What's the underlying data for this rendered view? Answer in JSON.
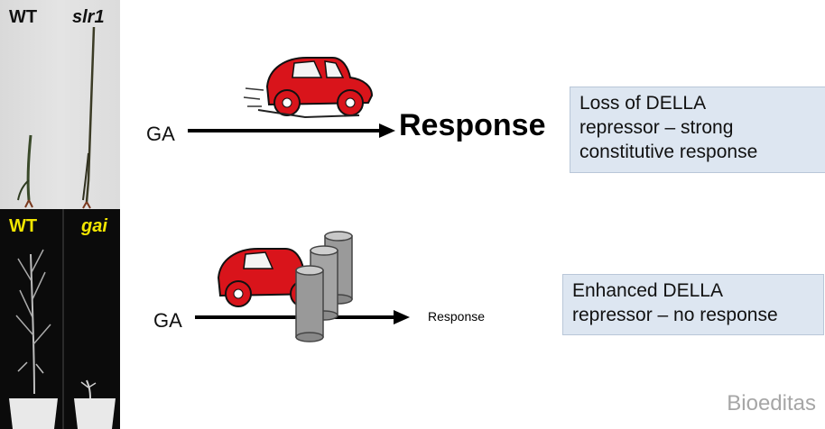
{
  "photos": {
    "top_left_label": "WT",
    "top_right_label": "slr1",
    "bottom_left_label": "WT",
    "bottom_right_label": "gai"
  },
  "pathway1": {
    "input": "GA",
    "output": "Response",
    "note_lines": [
      "Loss of DELLA",
      "repressor – strong",
      "constitutive response"
    ]
  },
  "pathway2": {
    "input": "GA",
    "output": "Response",
    "note_lines": [
      "Enhanced DELLA",
      "repressor – no response"
    ]
  },
  "watermark": "Bioeditas",
  "colors": {
    "car": "#d9141b",
    "box": "#dde6f1",
    "label_yellow": "#f2e600",
    "barrier": "#9a9a9a"
  }
}
